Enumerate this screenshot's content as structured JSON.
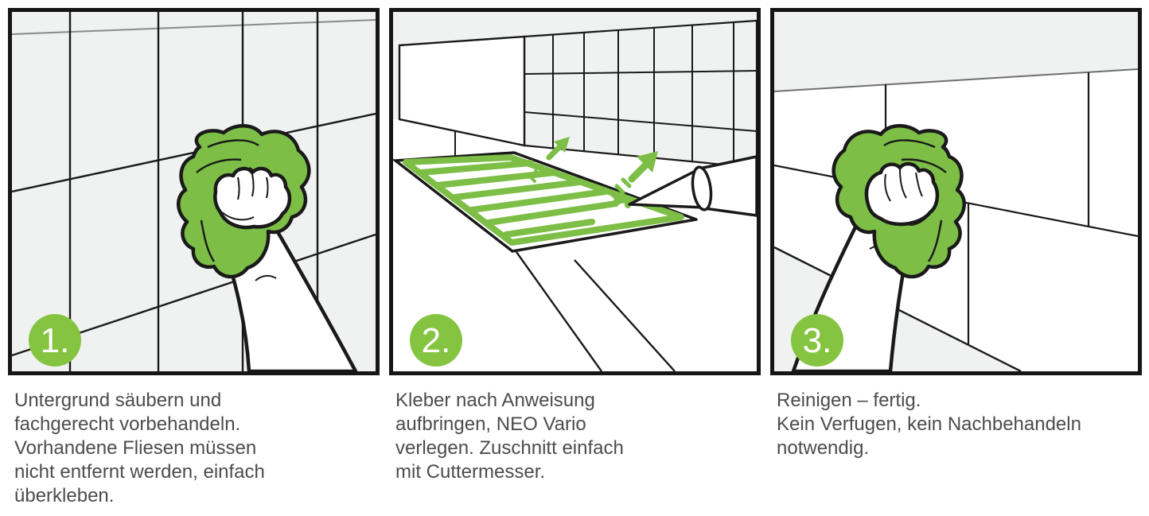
{
  "colors": {
    "accent_green": "#7cbe46",
    "badge_green": "#85c440",
    "outline_dark": "#1a1a1a",
    "tile_gray": "#f0f1f1",
    "caption_gray": "#4c4c4c"
  },
  "steps": [
    {
      "number": "1.",
      "caption_lines": [
        "Untergrund säubern und",
        "fachgerecht vorbehandeln.",
        "Vorhandene Fliesen müssen",
        "nicht entfernt werden, einfach",
        "überkleben."
      ]
    },
    {
      "number": "2.",
      "caption_lines": [
        "Kleber nach Anweisung",
        "aufbringen, NEO Vario",
        "verlegen. Zuschnitt einfach",
        "mit Cuttermesser."
      ]
    },
    {
      "number": "3.",
      "caption_lines": [
        "Reinigen – fertig.",
        "Kein Verfugen, kein Nachbehandeln",
        "notwendig."
      ]
    }
  ]
}
